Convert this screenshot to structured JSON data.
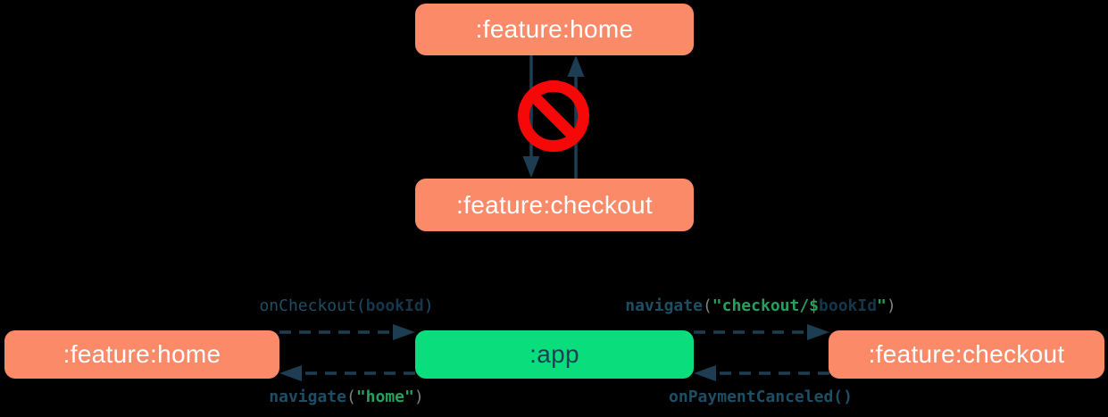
{
  "colors": {
    "background": "#000000",
    "box_salmon": "#FA8A68",
    "box_green": "#0ADE7C",
    "box_text_light": "#FFFFFF",
    "box_text_dark": "#1B3E54",
    "arrow_navy": "#1D3D52",
    "prohibition_red": "#F70808",
    "code_function": "#1E4E64",
    "code_param_bold": "#15364B",
    "code_string_green": "#27A05E",
    "code_paren_gray": "#7D8184"
  },
  "top_diagram": {
    "home_box_label": ":feature:home",
    "checkout_box_label": ":feature:checkout",
    "prohibition_icon": "no-entry-icon",
    "relationship": "two solid vertical arrows between :feature:home and :feature:checkout crossed by a red no-entry sign"
  },
  "bottom_diagram": {
    "home_box_label": ":feature:home",
    "app_box_label": ":app",
    "checkout_box_label": ":feature:checkout",
    "arrows": [
      {
        "from": ":feature:home",
        "to": ":app",
        "label": "onCheckout(bookId)",
        "style": "dashed"
      },
      {
        "from": ":app",
        "to": ":feature:home",
        "label": "navigate(\"home\")",
        "style": "dashed"
      },
      {
        "from": ":app",
        "to": ":feature:checkout",
        "label": "navigate(\"checkout/$bookId\")",
        "style": "dashed"
      },
      {
        "from": ":feature:checkout",
        "to": ":app",
        "label": "onPaymentCanceled()",
        "style": "dashed"
      }
    ],
    "code_labels": {
      "on_checkout": {
        "full": "onCheckout(bookId)",
        "parts": [
          {
            "text": "onCheckout(",
            "style": "fn"
          },
          {
            "text": "bookId",
            "style": "param"
          },
          {
            "text": ")",
            "style": "fn"
          }
        ]
      },
      "navigate_checkout": {
        "full": "navigate(\"checkout/$bookId\")",
        "parts": [
          {
            "text": "navigate",
            "style": "fnb"
          },
          {
            "text": "(",
            "style": "paren"
          },
          {
            "text": "\"checkout/$",
            "style": "str"
          },
          {
            "text": "bookId",
            "style": "param"
          },
          {
            "text": "\"",
            "style": "str"
          },
          {
            "text": ")",
            "style": "paren"
          }
        ]
      },
      "navigate_home": {
        "full": "navigate(\"home\")",
        "parts": [
          {
            "text": "navigate",
            "style": "fnb"
          },
          {
            "text": "(",
            "style": "paren"
          },
          {
            "text": "\"home\"",
            "style": "str"
          },
          {
            "text": ")",
            "style": "paren"
          }
        ]
      },
      "on_payment_canceled": {
        "full": "onPaymentCanceled()",
        "parts": [
          {
            "text": "onPaymentCanceled()",
            "style": "fnb"
          }
        ]
      }
    }
  }
}
